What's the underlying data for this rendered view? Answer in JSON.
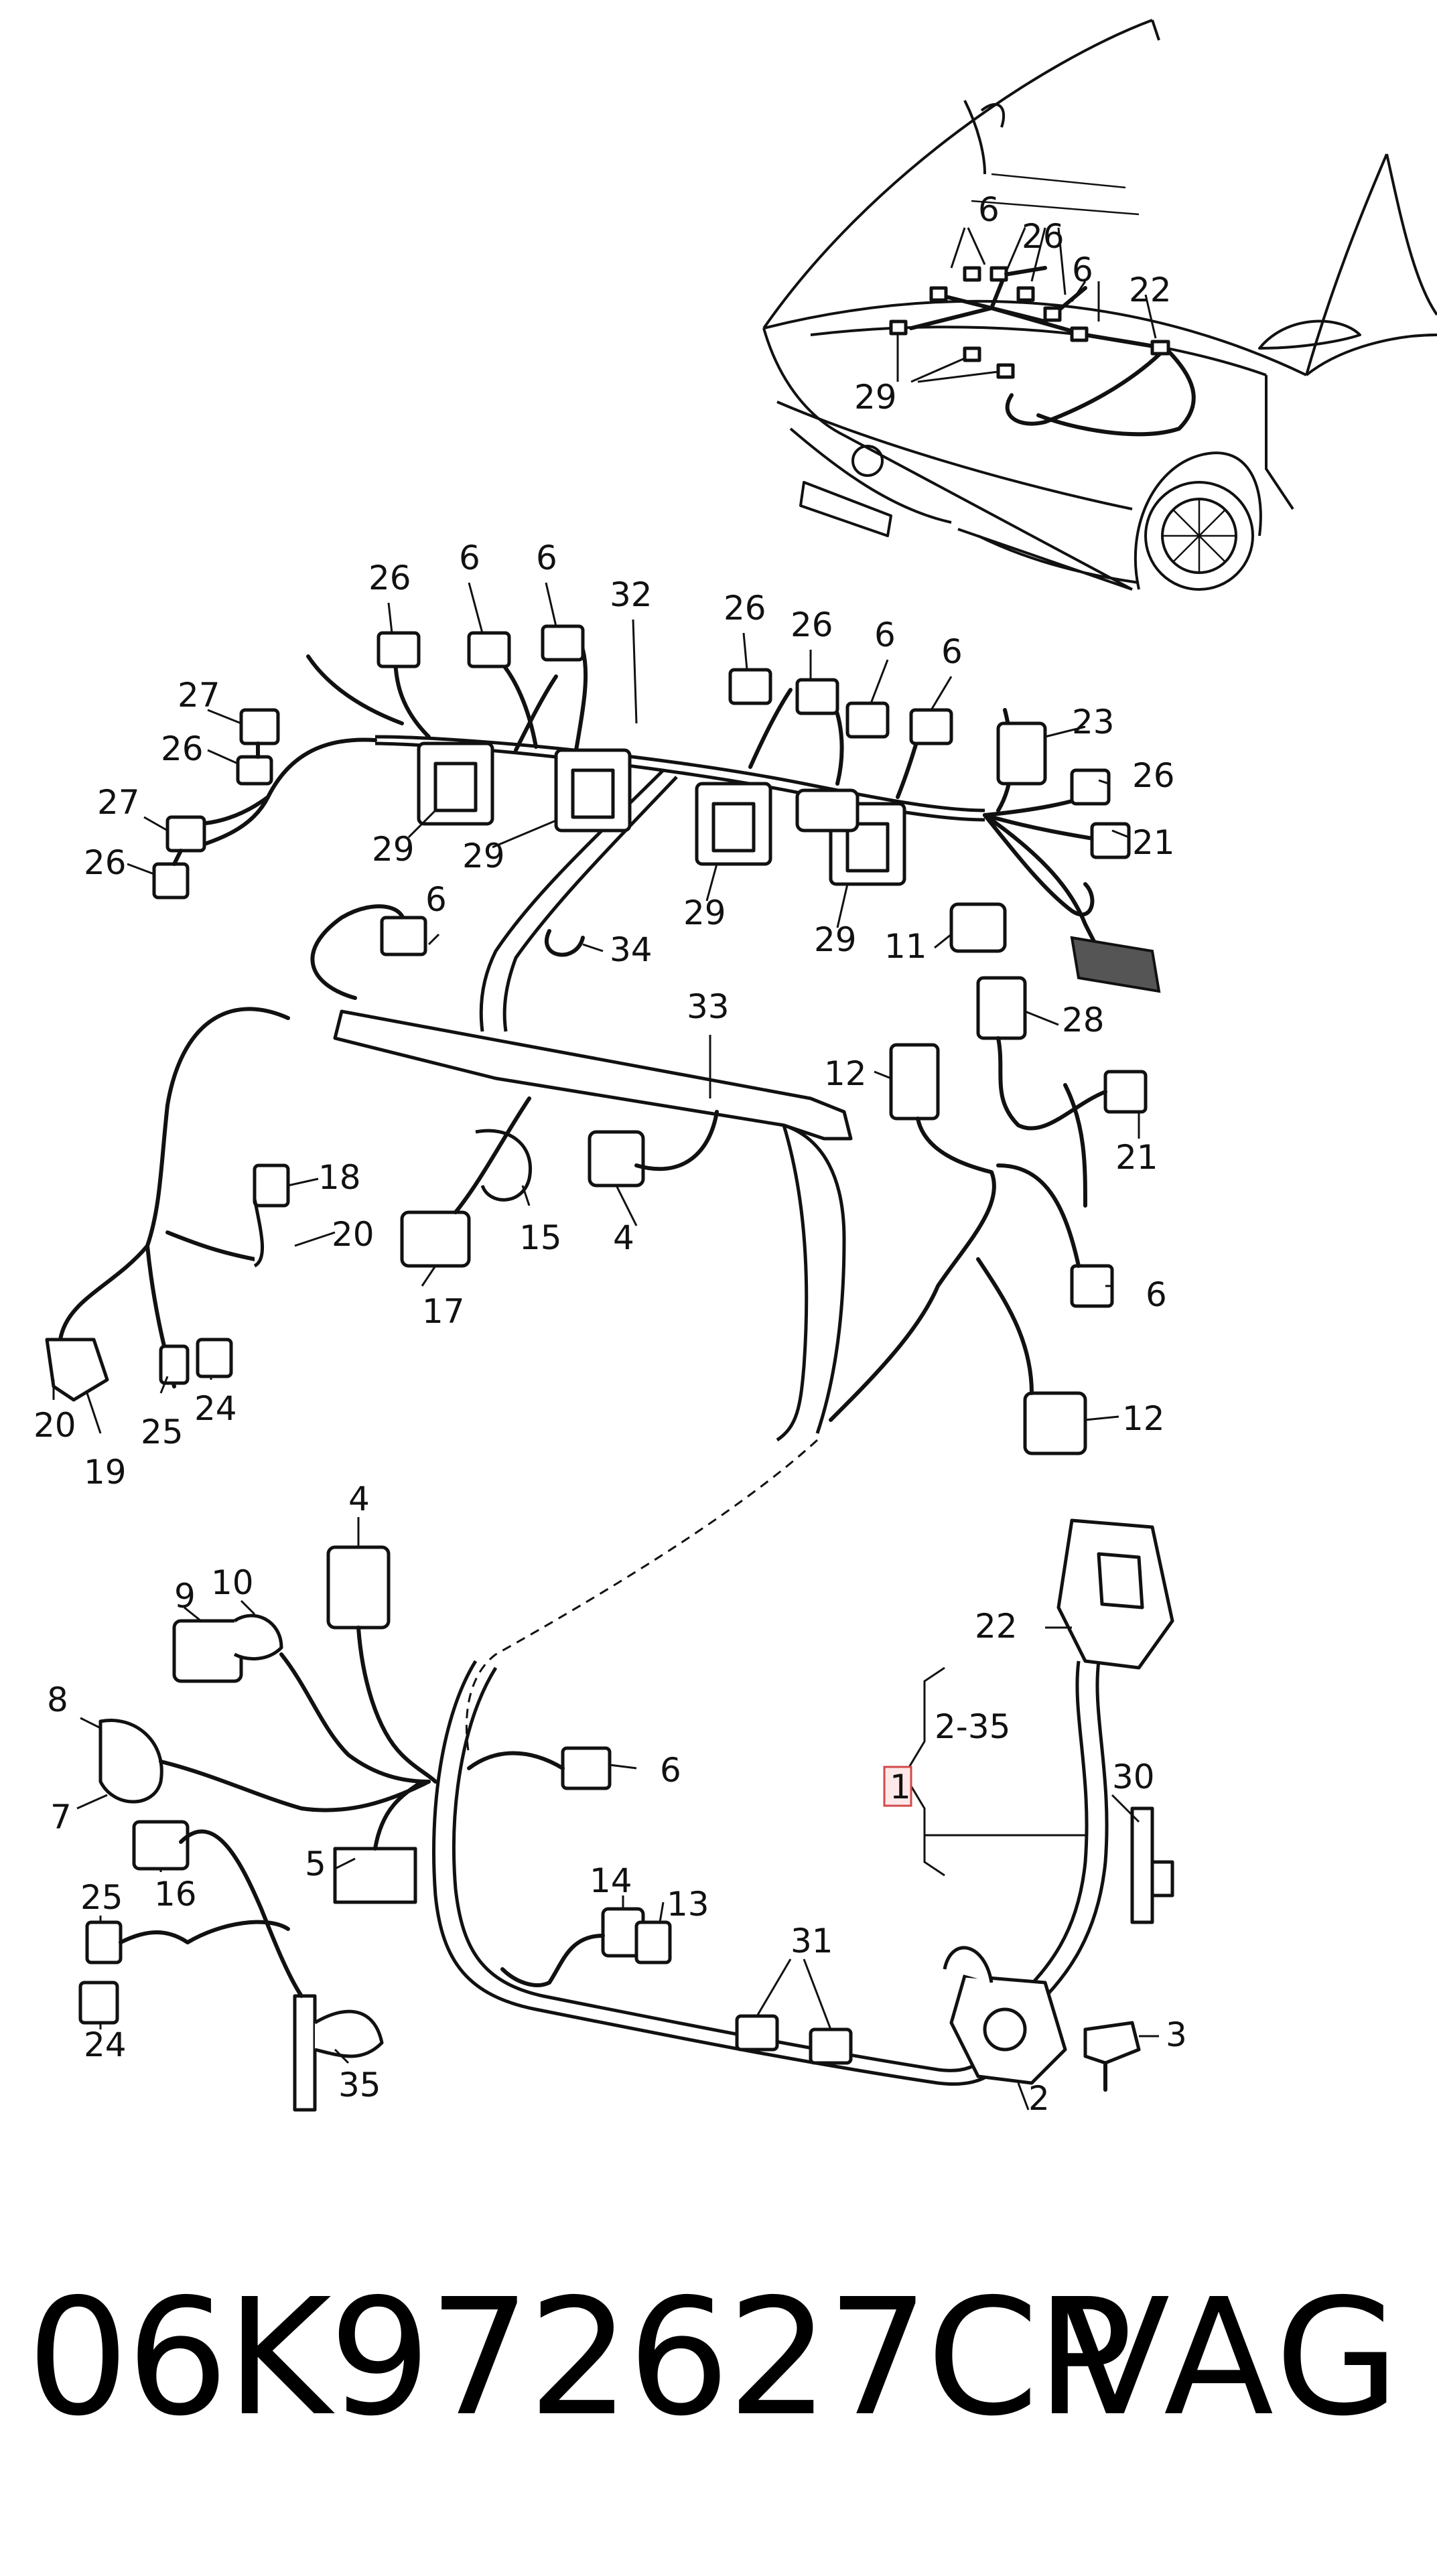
{
  "diagram": {
    "car_callouts": [
      "6",
      "26",
      "6",
      "22",
      "29"
    ],
    "harness_callouts": {
      "c26a": "26",
      "c6a": "6",
      "c6b": "6",
      "c32": "32",
      "c26b": "26",
      "c26c": "26",
      "c6c": "6",
      "c6d": "6",
      "c27a": "27",
      "c26d": "26",
      "c27b": "27",
      "c26e": "26",
      "c29a": "29",
      "c29b": "29",
      "c29c": "29",
      "c29d": "29",
      "c23": "23",
      "c26f": "26",
      "c21a": "21",
      "c11": "11",
      "c6e": "6",
      "c34": "34",
      "c33": "33",
      "c28": "28",
      "c12a": "12",
      "c21b": "21",
      "c18": "18",
      "c20a": "20",
      "c15": "15",
      "c4a": "4",
      "c17": "17",
      "c6f": "6",
      "c12b": "12",
      "c20b": "20",
      "c19": "19",
      "c25a": "25",
      "c24a": "24"
    },
    "lower_callouts": {
      "c4b": "4",
      "c10": "10",
      "c9": "9",
      "c8": "8",
      "c7": "7",
      "c6g": "6",
      "c5": "5",
      "c16": "16",
      "c14": "14",
      "c13": "13",
      "c25b": "25",
      "c24b": "24",
      "c35": "35",
      "c31": "31",
      "c22": "22",
      "c30": "30",
      "c2": "2",
      "c3": "3"
    },
    "bracket": {
      "main_label": "1",
      "range_label": "2-35"
    }
  },
  "footer": {
    "part_number": "06K972627CP",
    "brand": "VAG"
  },
  "colors": {
    "line": "#111111",
    "highlight_border": "#d24a4a",
    "highlight_fill": "#ffe8e8"
  }
}
